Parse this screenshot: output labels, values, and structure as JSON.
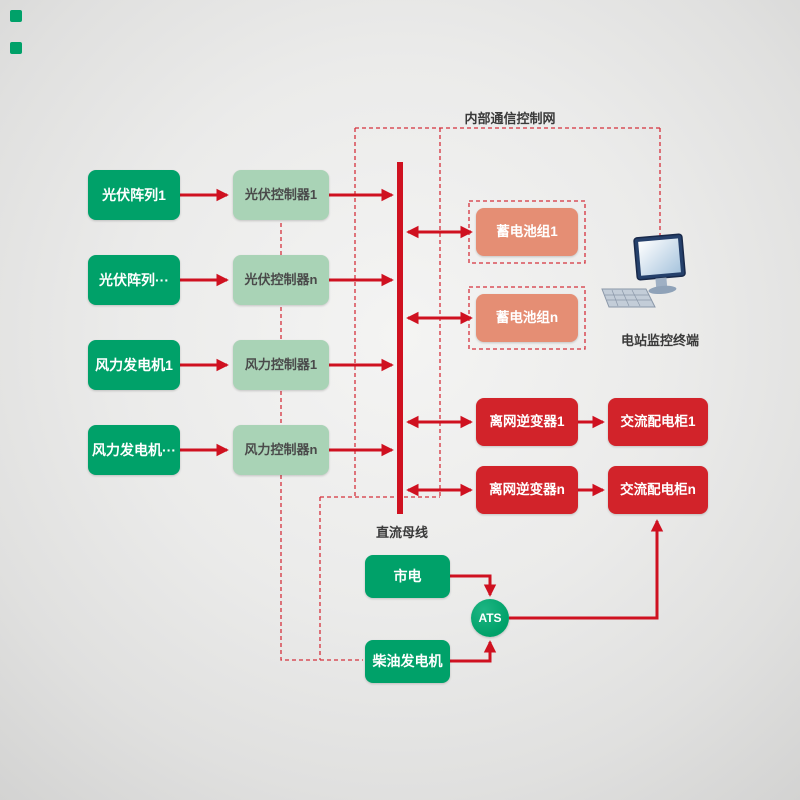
{
  "labels": {
    "network": "内部通信控制网",
    "bus": "直流母线",
    "monitor": "电站监控终端",
    "ats": "ATS"
  },
  "nodes": {
    "sources": [
      "光伏阵列1",
      "光伏阵列···",
      "风力发电机1",
      "风力发电机···"
    ],
    "controllers": [
      "光伏控制器1",
      "光伏控制器n",
      "风力控制器1",
      "风力控制器n"
    ],
    "batteries": [
      "蓄电池组1",
      "蓄电池组n"
    ],
    "inverters": [
      "离网逆变器1",
      "离网逆变器n"
    ],
    "cabinets": [
      "交流配电柜1",
      "交流配电柜n"
    ],
    "mains": "市电",
    "diesel": "柴油发电机"
  },
  "colors": {
    "source_green": "#00a169",
    "controller_green": "#a9d3b6",
    "battery_salmon": "#e58e74",
    "device_red": "#d2232a",
    "line_red": "#cf1120",
    "dashed_red": "#d5313c",
    "background_gray": "#ebebea"
  }
}
